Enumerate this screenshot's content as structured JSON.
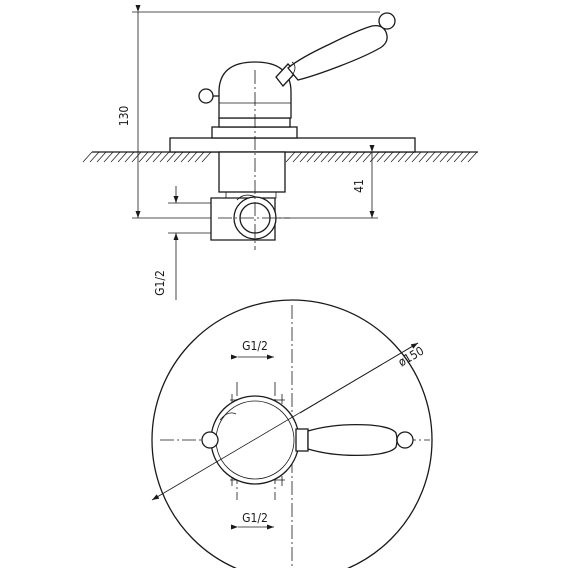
{
  "side_view": {
    "dim_height_total": "130",
    "dim_depth": "41",
    "dim_thread": "G1/2"
  },
  "top_view": {
    "dim_diameter": "ø150",
    "dim_thread_top": "G1/2",
    "dim_thread_bottom": "G1/2"
  }
}
